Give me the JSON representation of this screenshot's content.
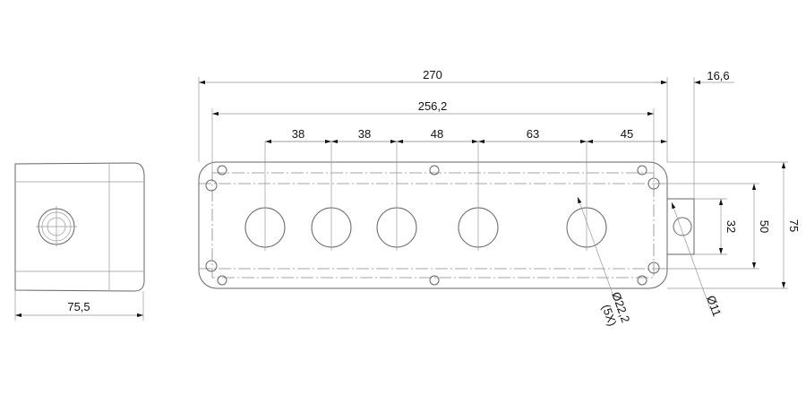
{
  "drawing": {
    "side_view": {
      "width_label": "75,5"
    },
    "front_view": {
      "overall_length": "270",
      "inner_length": "256,2",
      "hole_spacings": [
        "38",
        "38",
        "48",
        "63",
        "45"
      ],
      "hole_diameter": "Ø22,2",
      "hole_count": "(5X)"
    },
    "mount_bracket": {
      "thickness": "16,6",
      "hole_diameter": "Ø11",
      "height_bracket": "32",
      "height_inner": "50",
      "height_overall": "75"
    }
  }
}
